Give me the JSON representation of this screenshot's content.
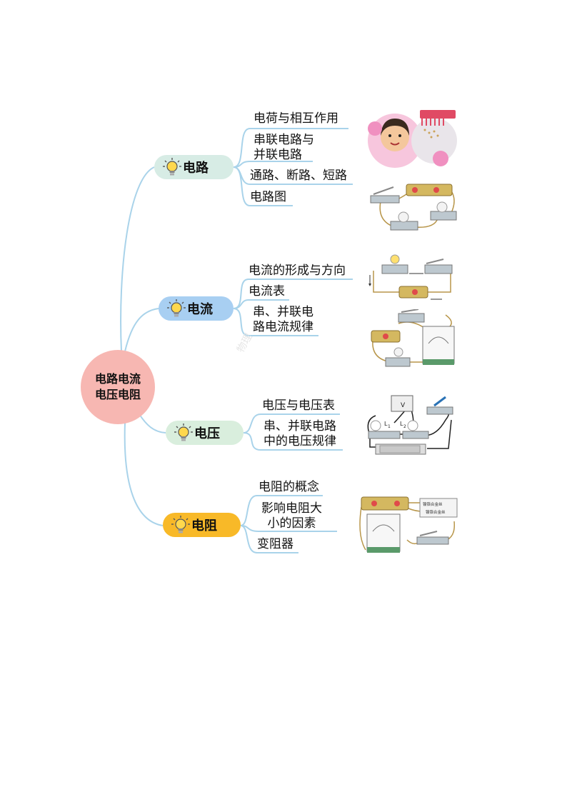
{
  "colors": {
    "branch_line": "#a9d3ea",
    "root_fill": "#f7b7b2",
    "topic_fills": [
      "#d7ece5",
      "#a8cff2",
      "#d9eedd",
      "#f8b928"
    ],
    "bulb": "#ffd84d"
  },
  "root": {
    "line1": "电路电流",
    "line2": "电压电阻"
  },
  "topics": [
    {
      "label": "电路",
      "icon": "lightbulb-icon",
      "subs": [
        "电荷与相互作用",
        "串联电路与\n并联电路",
        "通路、断路、短路",
        "电路图"
      ]
    },
    {
      "label": "电流",
      "icon": "lightbulb-icon",
      "subs": [
        "电流的形成与方向",
        "电流表",
        "串、并联电\n路电流规律"
      ]
    },
    {
      "label": "电压",
      "icon": "lightbulb-icon",
      "subs": [
        "电压与电压表",
        "串、并联电路\n中的电压规律"
      ]
    },
    {
      "label": "电阻",
      "icon": "lightbulb-icon",
      "subs": [
        "电阻的概念",
        "影响电阻大\n小的因素",
        "变阻器"
      ]
    }
  ],
  "illustrations": {
    "static_photo": {
      "icon": "static-electricity-photo"
    },
    "circuit_1": {
      "icon": "circuit-battery-switch-bulbs"
    },
    "circuit_2": {
      "icon": "circuit-current-direction"
    },
    "circuit_3": {
      "icon": "circuit-ammeter"
    },
    "circuit_4": {
      "icon": "circuit-voltmeter",
      "labels": {
        "v": "V",
        "l1": "L",
        "l1_sub": "1",
        "l2": "L",
        "l2_sub": "2"
      }
    },
    "circuit_5": {
      "icon": "circuit-resistance-wire",
      "labels": {
        "wire1": "镍铬合金丝",
        "wire2": "镍铬合金丝"
      }
    }
  }
}
